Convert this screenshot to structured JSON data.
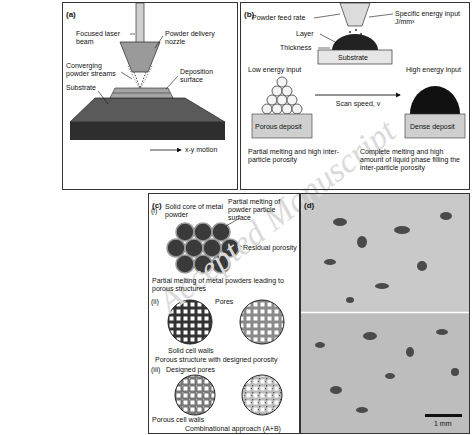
{
  "diagram": {
    "nodes": [
      {
        "text": [
          "(a)"
        ]
      },
      {
        "text": [
          "(b)"
        ]
      },
      {
        "text": [
          "(c)"
        ]
      },
      {
        "text": [
          "(d)"
        ]
      }
    ],
    "labels": [
      "Focused laser beam",
      "Powder delivery nozzle",
      "Converging powder streams",
      "Deposition surface",
      "Substrate",
      "x-y motion",
      "Powder feed rate",
      "Specific energy input J/mm³",
      "Layer",
      "Thickness",
      "Substrate",
      "Low energy input",
      "High energy input",
      "Scan speed, v",
      "Porous deposit",
      "Dense deposit",
      "Partial melting and high inter-particle porosity",
      "Complete melting and high amount of liquid phase filling the inter-particle porosity",
      "(i)",
      "Solid core of metal powder",
      "Partial melting of powder particle surface",
      "Residual porosity",
      "Partial melting of metal powders leading to porous structures",
      "(ii)",
      "Pores",
      "Solid cell walls",
      "Porous structure with designed porosity",
      "(iii)",
      "Designed pores",
      "Porous cell walls",
      "Combinational approach (A+B)",
      "1 mm",
      "Accepted Manuscript"
    ]
  }
}
